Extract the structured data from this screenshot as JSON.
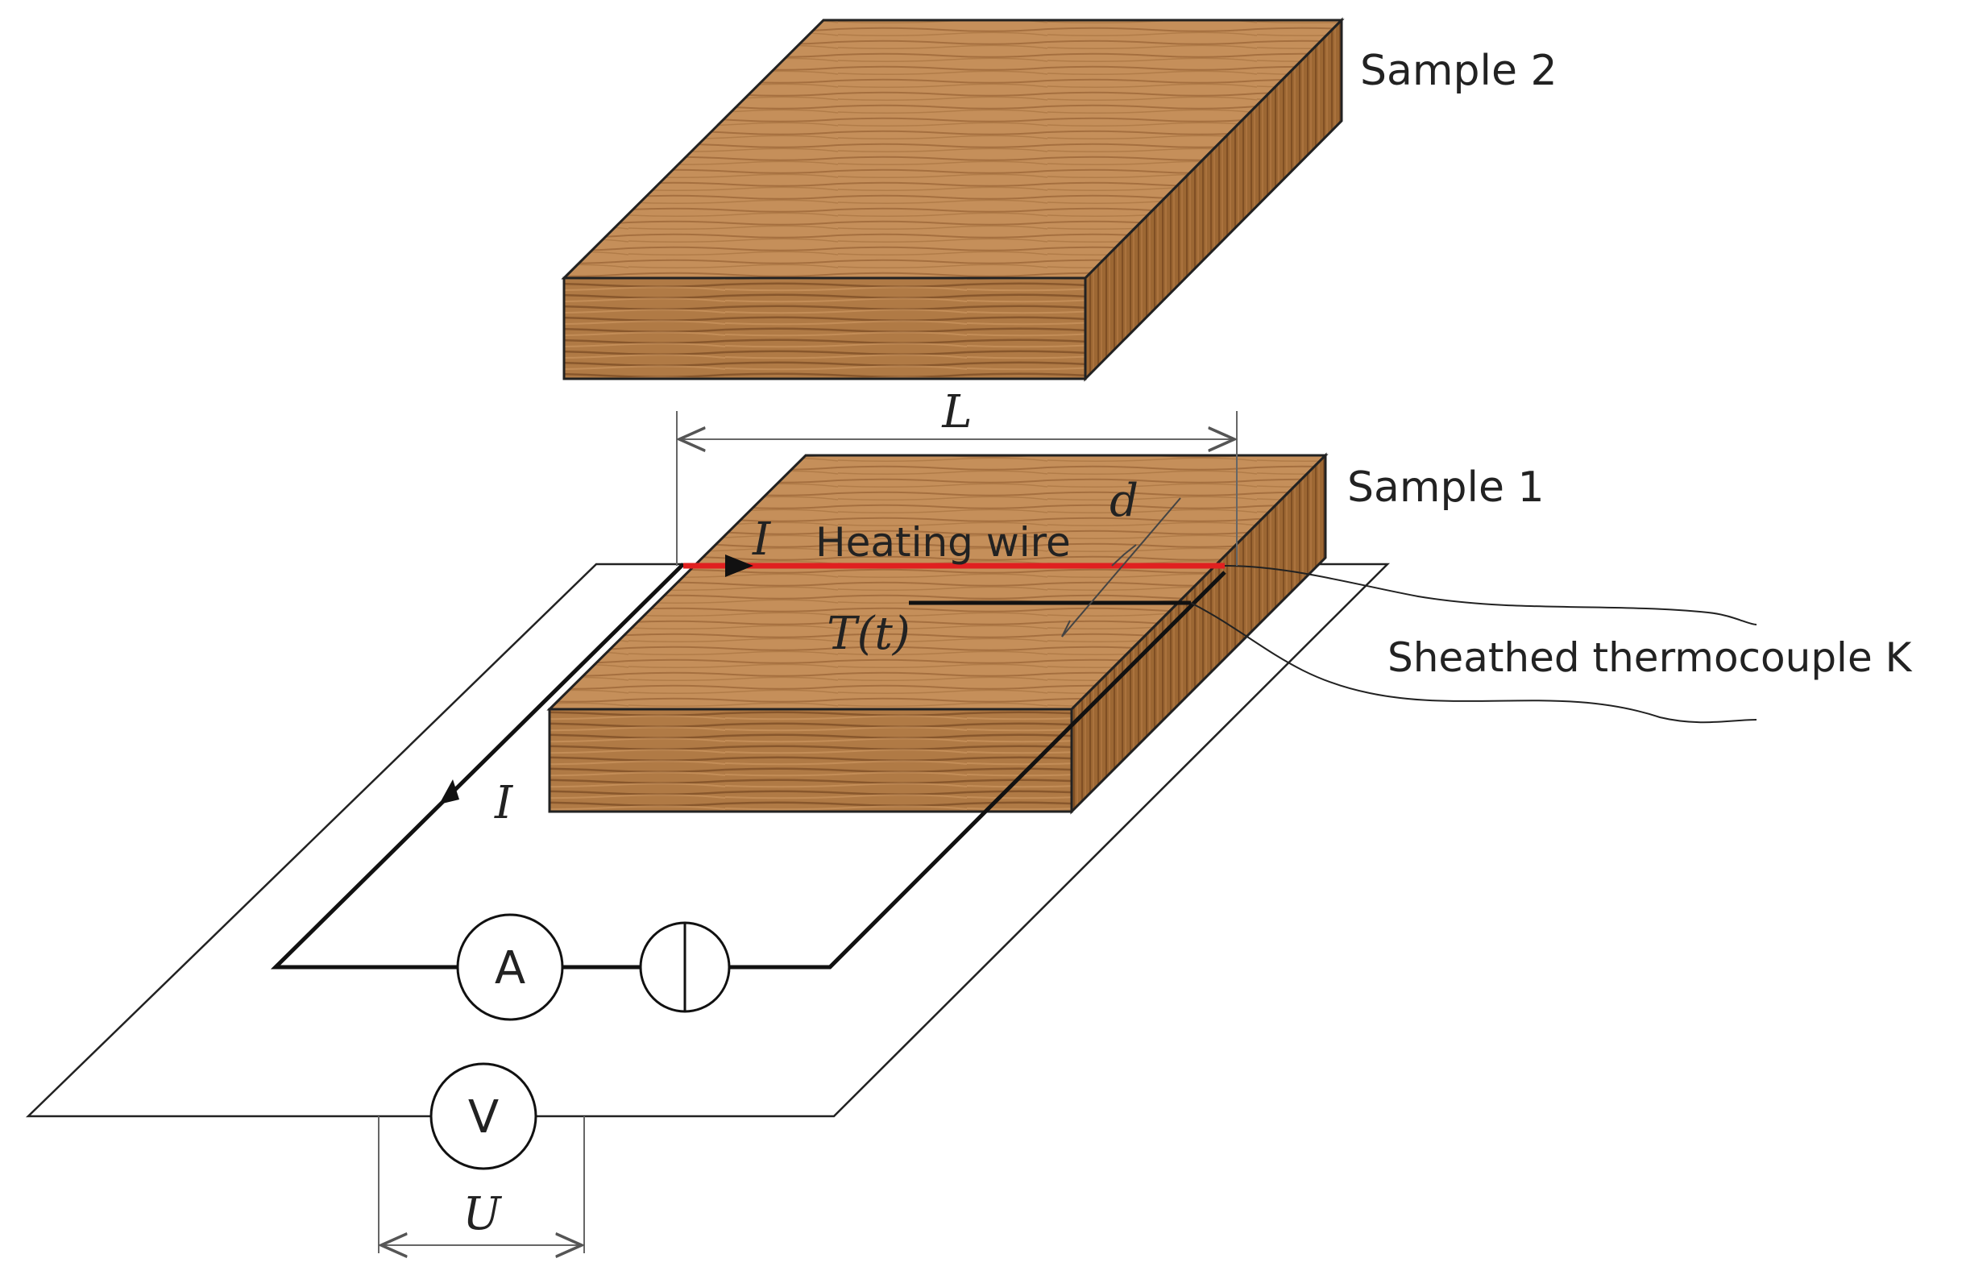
{
  "labels": {
    "sample2": "Sample 2",
    "sample1": "Sample 1",
    "heating_wire": "Heating wire",
    "thermocouple": "Sheathed thermocouple K"
  },
  "symbols": {
    "length": "L",
    "distance": "d",
    "current_top": "I",
    "current_left": "I",
    "temperature": "T(t)",
    "voltage": "U"
  },
  "meters": {
    "ammeter": "A",
    "voltmeter": "V"
  },
  "colors": {
    "wood_top": "#c58f5a",
    "wood_front": "#b07a45",
    "wood_side": "#9c6733",
    "wood_grain": "#7a4a22",
    "heating_wire": "#e02020",
    "line": "#111111"
  }
}
